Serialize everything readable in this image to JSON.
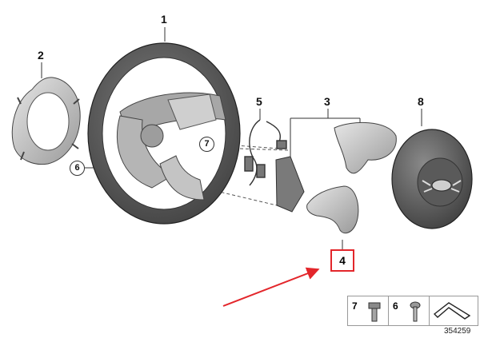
{
  "callouts": {
    "steering_wheel": "1",
    "trim_ring": "2",
    "cover_set": "3",
    "lower_trim": "4",
    "wiring_harness": "5",
    "screw": "6",
    "bolt": "7",
    "airbag": "8"
  },
  "legend": {
    "items": [
      {
        "number": "7",
        "icon": "bolt-icon"
      },
      {
        "number": "6",
        "icon": "screw-icon"
      },
      {
        "number": "",
        "icon": "trim-piece-icon"
      }
    ]
  },
  "document_number": "354259",
  "colors": {
    "highlight": "#e3262b",
    "arrow": "#e3262b",
    "line": "#333333"
  }
}
